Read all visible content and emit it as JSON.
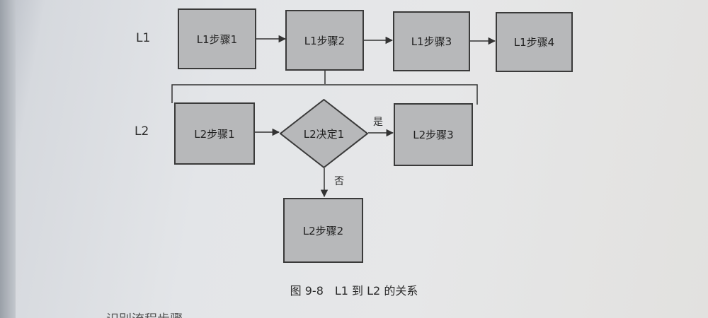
{
  "lanes": {
    "l1_label": "L1",
    "l2_label": "L2"
  },
  "l1_steps": [
    "L1步骤1",
    "L1步骤2",
    "L1步骤3",
    "L1步骤4"
  ],
  "l2": {
    "step1": "L2步骤1",
    "decision": "L2决定1",
    "step3": "L2步骤3",
    "step2": "L2步骤2",
    "yes_label": "是",
    "no_label": "否"
  },
  "caption": "图 9-8　L1 到 L2 的关系",
  "cutoff_text": "识别流程步骤"
}
